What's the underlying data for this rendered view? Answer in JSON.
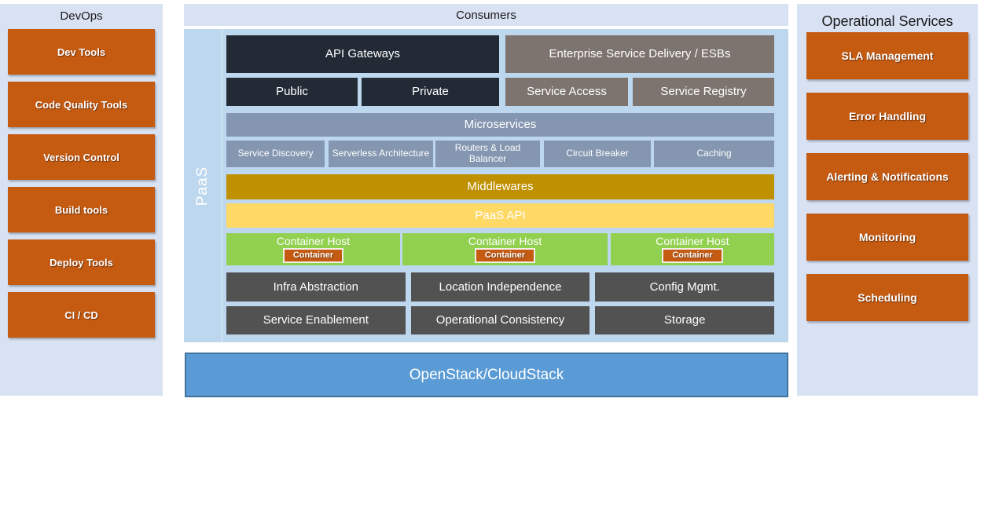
{
  "colors": {
    "panel_light": "#d9e2f3",
    "panel_mid": "#bdd7ee",
    "orange": "#c55a11",
    "navy": "#222a35",
    "warm_gray": "#7d7470",
    "blue_gray": "#8496b0",
    "gold": "#bf9000",
    "light_gold": "#ffd966",
    "green": "#92d050",
    "dark_gray": "#525252",
    "blue": "#5b9bd5",
    "blue_border": "#41719c"
  },
  "devops": {
    "title": "DevOps",
    "items": [
      "Dev Tools",
      "Code Quality Tools",
      "Version Control",
      "Build tools",
      "Deploy Tools",
      "CI / CD"
    ]
  },
  "consumers": {
    "title": "Consumers"
  },
  "paas": {
    "label": "PaaS",
    "api_gateways": {
      "title": "API Gateways",
      "children": [
        "Public",
        "Private"
      ]
    },
    "esb": {
      "title": "Enterprise Service Delivery / ESBs",
      "children": [
        "Service Access",
        "Service Registry"
      ]
    },
    "microservices": {
      "title": "Microservices",
      "children": [
        "Service Discovery",
        "Serverless Architecture",
        "Routers & Load Balancer",
        "Circuit Breaker",
        "Caching"
      ]
    },
    "middlewares": {
      "title": "Middlewares"
    },
    "paas_api": {
      "title": "PaaS API"
    },
    "container_host": {
      "title": "Container Host",
      "chip": "Container"
    },
    "platform_row1": [
      "Infra Abstraction",
      "Location Independence",
      "Config Mgmt."
    ],
    "platform_row2": [
      "Service Enablement",
      "Operational Consistency",
      "Storage"
    ]
  },
  "openstack": {
    "label": "OpenStack/CloudStack"
  },
  "operational": {
    "title": "Operational Services",
    "items": [
      "SLA Management",
      "Error Handling",
      "Alerting & Notifications",
      "Monitoring",
      "Scheduling"
    ]
  }
}
